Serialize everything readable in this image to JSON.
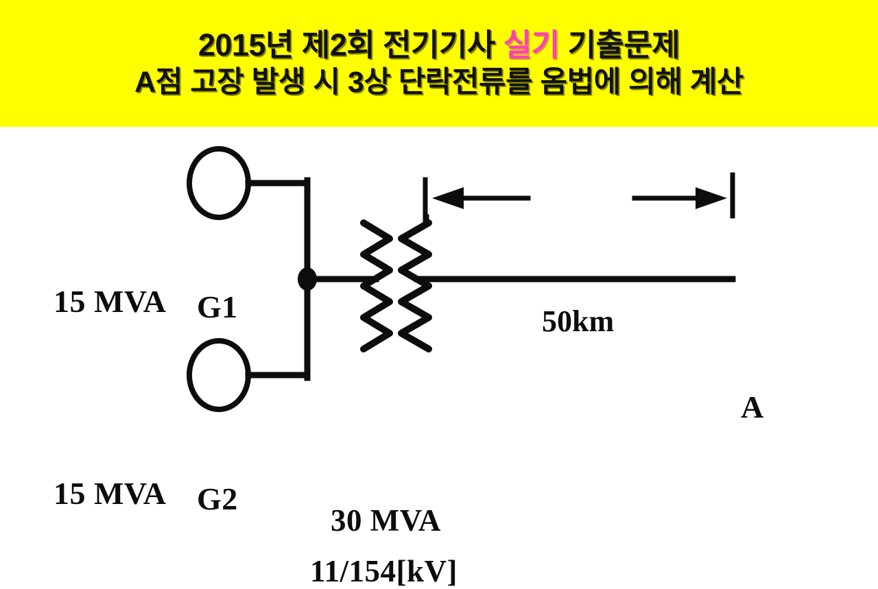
{
  "banner": {
    "background_color": "#ffff00",
    "line1": {
      "prefix": "2015년 제2회 전기기사 ",
      "highlight": "실기",
      "highlight_color": "#ff3fbf",
      "suffix": " 기출문제"
    },
    "line2": "A점 고장 발생 시 3상 단락전류를 옴법에 의해 계산"
  },
  "diagram": {
    "type": "single-line-power-diagram",
    "line_color": "#0d0d0d",
    "generator_1": {
      "rating": "15 MVA",
      "symbol_label": "G1"
    },
    "generator_2": {
      "rating": "15 MVA",
      "symbol_label": "G2"
    },
    "transformer": {
      "rating": "30 MVA",
      "voltage_ratio": "11/154[kV]"
    },
    "transmission_line": {
      "length_label": "50km"
    },
    "fault_point": {
      "label": "A"
    }
  }
}
